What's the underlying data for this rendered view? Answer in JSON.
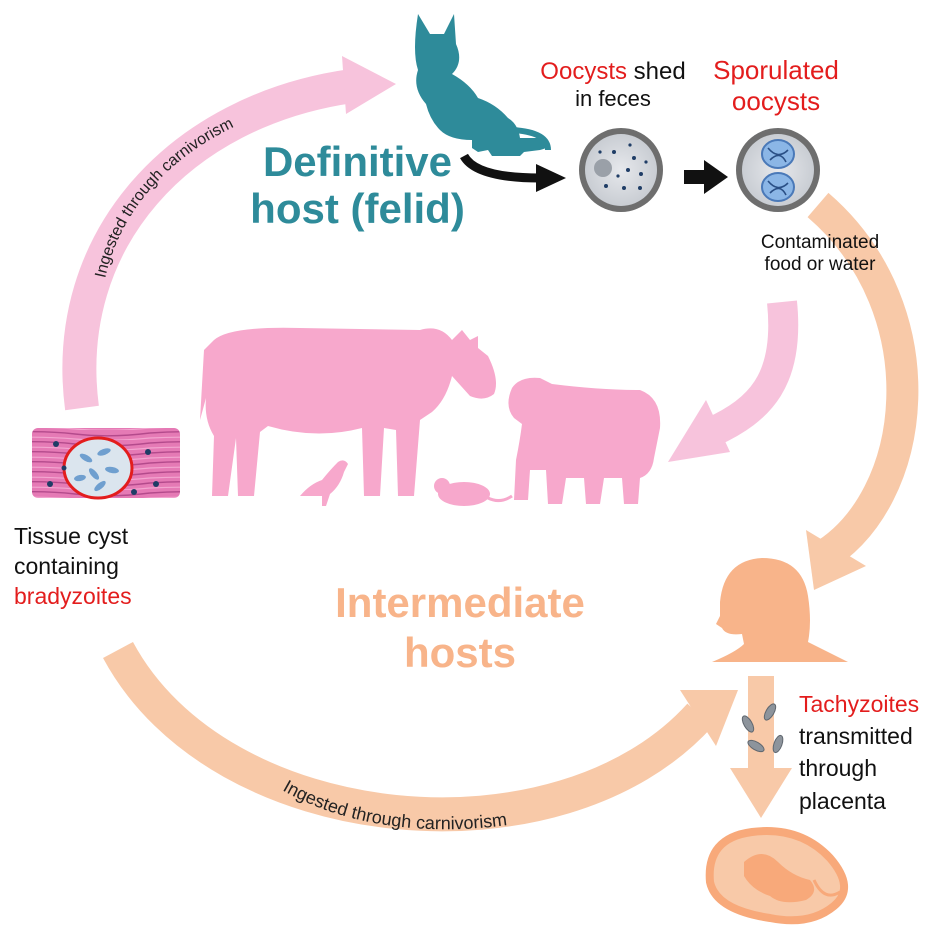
{
  "definitive_host": {
    "line1": "Definitive",
    "line2": "host (felid)"
  },
  "intermediate_hosts": {
    "line1": "Intermediate",
    "line2": "hosts"
  },
  "oocysts": {
    "highlight": "Oocysts",
    "rest": " shed",
    "line2": "in feces"
  },
  "sporulated": {
    "line1": "Sporulated",
    "line2": "oocysts"
  },
  "contaminated": {
    "line1": "Contaminated",
    "line2": "food or water"
  },
  "tissue_cyst": {
    "line1": "Tissue cyst",
    "line2": "containing",
    "highlight": "bradyzoites"
  },
  "tachyzoites": {
    "highlight": "Tachyzoites",
    "line2": "transmitted",
    "line3": "through",
    "line4": "placenta"
  },
  "arrow_labels": {
    "top_left": "Ingested through carnivorism",
    "bottom": "Ingested through carnivorism"
  },
  "colors": {
    "teal": "#2e8b9a",
    "pink": "#f7a8cc",
    "peach": "#f8b48a",
    "red": "#e31d1d"
  },
  "icons": [
    "cat-icon",
    "cow-icon",
    "sheep-icon",
    "bird-icon",
    "mouse-icon",
    "human-icon",
    "fetus-icon",
    "oocyst-icon",
    "sporulated-oocyst-icon",
    "tissue-cyst-icon",
    "tachyzoite-icon"
  ]
}
